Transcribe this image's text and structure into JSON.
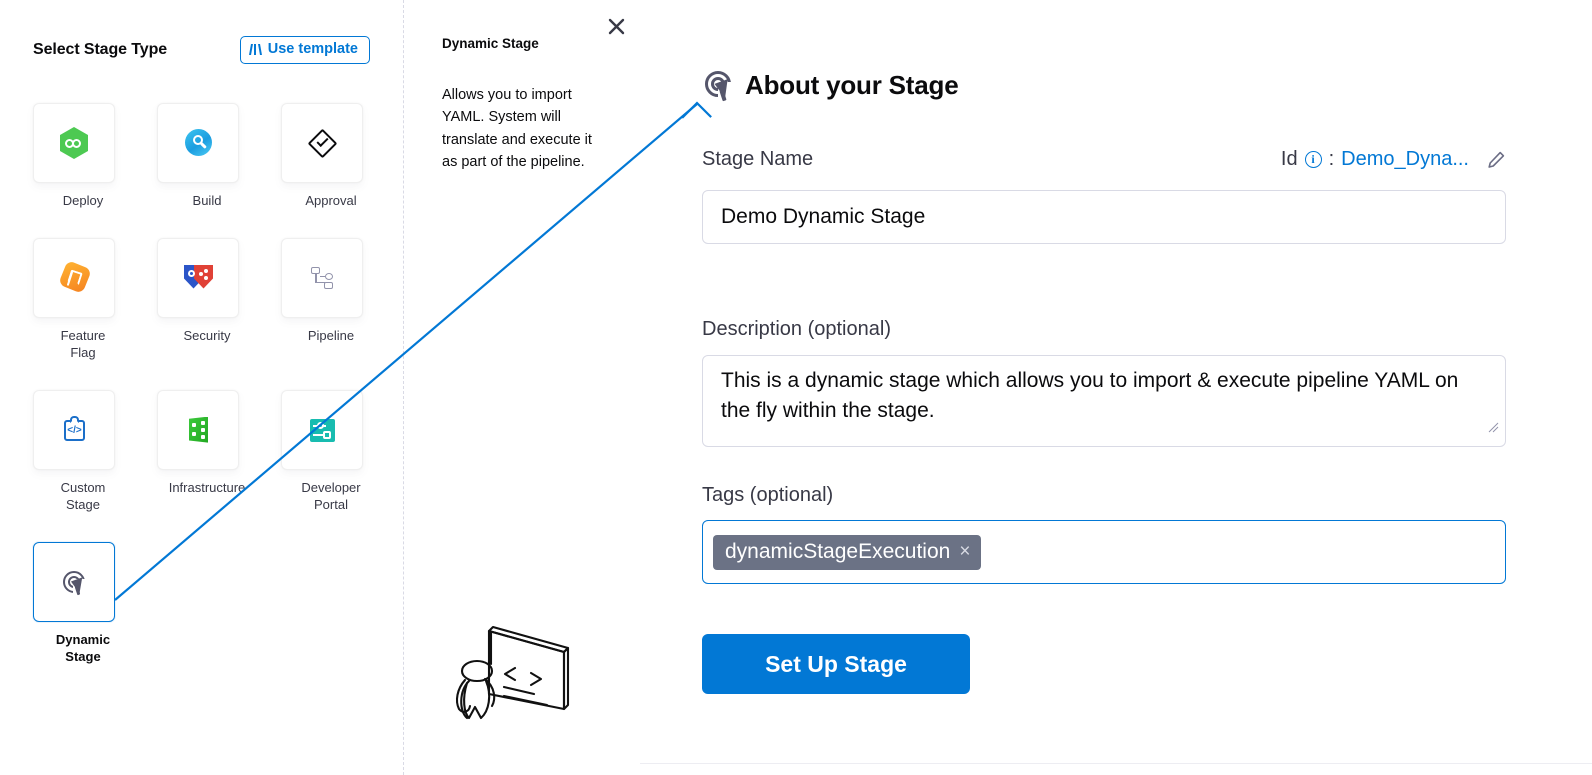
{
  "left_panel": {
    "title": "Select Stage Type",
    "use_template_label": "Use template",
    "stages": [
      {
        "label": "Deploy",
        "icon": "deploy-hexagon-icon",
        "selected": false
      },
      {
        "label": "Build",
        "icon": "build-magnifier-icon",
        "selected": false
      },
      {
        "label": "Approval",
        "icon": "approval-check-icon",
        "selected": false
      },
      {
        "label": "Feature\nFlag",
        "icon": "feature-flag-icon",
        "selected": false
      },
      {
        "label": "Security",
        "icon": "security-shields-icon",
        "selected": false
      },
      {
        "label": "Pipeline",
        "icon": "pipeline-nodes-icon",
        "selected": false
      },
      {
        "label": "Custom\nStage",
        "icon": "custom-stage-code-icon",
        "selected": false
      },
      {
        "label": "Infrastructure",
        "icon": "infrastructure-icon",
        "selected": false
      },
      {
        "label": "Developer\nPortal",
        "icon": "developer-portal-icon",
        "selected": false
      },
      {
        "label": "Dynamic\nStage",
        "icon": "dynamic-stage-target-icon",
        "selected": true
      }
    ]
  },
  "info_panel": {
    "title": "Dynamic Stage",
    "description": "Allows you to import YAML. System will translate and execute it as part of the pipeline.",
    "close_label": "×",
    "illustration": "person-presenting-code-board-illustration"
  },
  "stage_form": {
    "heading": "About your Stage",
    "heading_icon": "dynamic-stage-target-icon",
    "name": {
      "label": "Stage Name",
      "value": "Demo Dynamic Stage",
      "placeholder": "Enter stage name"
    },
    "id": {
      "label": "Id",
      "separator": ":",
      "value": "Demo_Dyna...",
      "info_icon": "info-circle-icon",
      "edit_icon": "pencil-edit-icon"
    },
    "description": {
      "label": "Description (optional)",
      "value": "This is a dynamic stage which allows you to import & execute pipeline YAML on the fly within the stage.",
      "placeholder": "Description"
    },
    "tags": {
      "label": "Tags (optional)",
      "chips": [
        {
          "label": "dynamicStageExecution",
          "remove_icon": "×"
        }
      ],
      "placeholder": ""
    },
    "submit_label": "Set Up Stage"
  },
  "colors": {
    "accent_blue": "#0278d5",
    "text_primary": "#0b0b0d",
    "text_secondary": "#383946",
    "border": "#d9dae5",
    "chip_bg": "#6b7285",
    "icon_slate": "#55566b"
  }
}
